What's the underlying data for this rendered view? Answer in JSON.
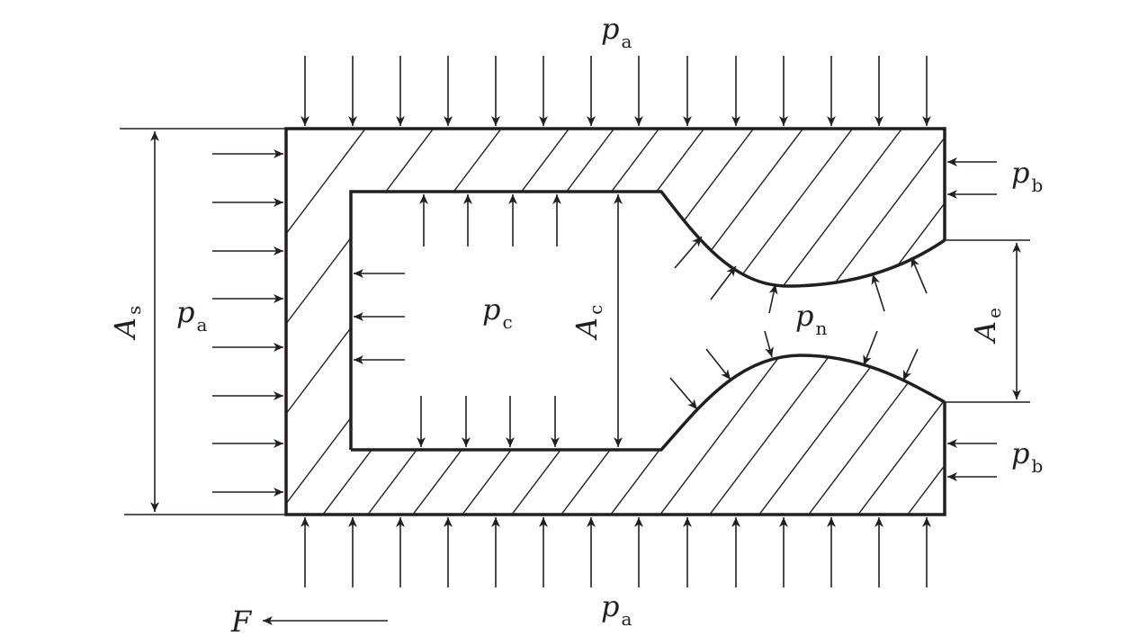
{
  "labels": {
    "p_a_top": {
      "base": "p",
      "sub": "a"
    },
    "p_a_bottom": {
      "base": "p",
      "sub": "a"
    },
    "p_a_left": {
      "base": "p",
      "sub": "a"
    },
    "p_b_upper": {
      "base": "p",
      "sub": "b"
    },
    "p_b_lower": {
      "base": "p",
      "sub": "b"
    },
    "p_c": {
      "base": "p",
      "sub": "c"
    },
    "p_n": {
      "base": "p",
      "sub": "n"
    },
    "A_s": {
      "base": "A",
      "sub": "s"
    },
    "A_c": {
      "base": "A",
      "sub": "c"
    },
    "A_e": {
      "base": "A",
      "sub": "e"
    },
    "F": "F"
  },
  "colors": {
    "ink": "#231f20",
    "background": "#ffffff"
  }
}
